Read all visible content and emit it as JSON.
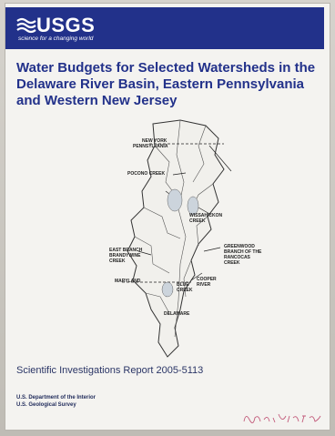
{
  "header": {
    "logo_text": "USGS",
    "tagline": "science for a changing world",
    "banner_color": "#22318a"
  },
  "title": "Water Budgets for Selected Watersheds in the Delaware River Basin, Eastern Pennsylvania and Western New Jersey",
  "map": {
    "labels": {
      "new_york": "NEW YORK",
      "pennsylvania": "PENNSYLVANIA",
      "pocono_creek": "POCONO CREEK",
      "wissahickon_line1": "WISSAHICKON",
      "wissahickon_line2": "CREEK",
      "brandywine_line1": "EAST BRANCH",
      "brandywine_line2": "BRANDYWINE",
      "brandywine_line3": "CREEK",
      "rancocas_line1": "GREENWOOD",
      "rancocas_line2": "BRANCH OF THE",
      "rancocas_line3": "RANCOCAS",
      "rancocas_line4": "CREEK",
      "maryland": "MARYLAND",
      "cooper_line1": "COOPER",
      "cooper_line2": "RIVER",
      "bay_line1": "BLUE",
      "bay_line2": "CREEK",
      "delaware": "DELAWARE"
    }
  },
  "report_series": "Scientific Investigations Report 2005-5113",
  "agency": {
    "department": "U.S. Department of the Interior",
    "survey": "U.S. Geological Survey"
  },
  "handwritten_note": "Dorid S. 5/4/05"
}
